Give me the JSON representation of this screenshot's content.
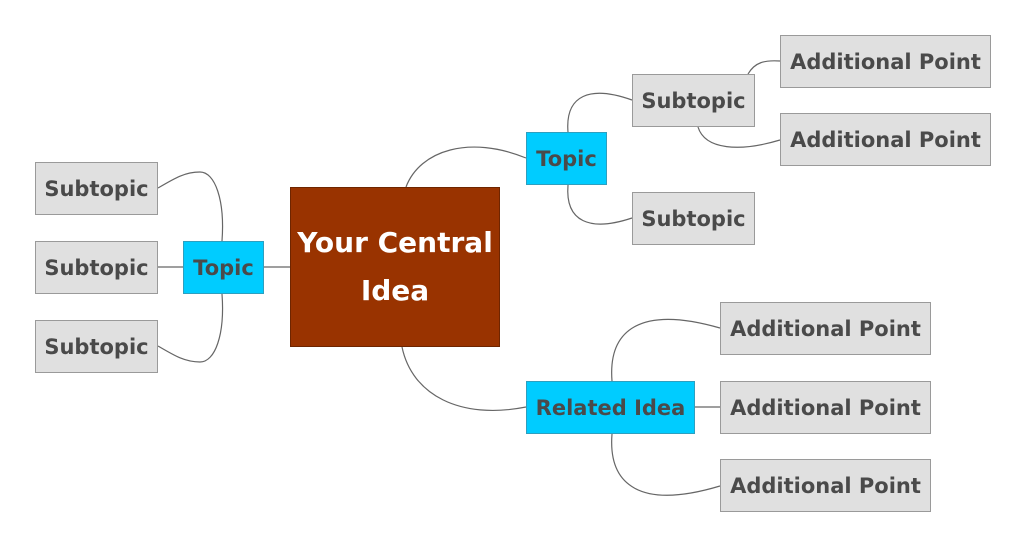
{
  "central": {
    "label": "Your Central Idea"
  },
  "left_topic": {
    "label": "Topic",
    "subtopics": [
      "Subtopic",
      "Subtopic",
      "Subtopic"
    ]
  },
  "right_topic": {
    "label": "Topic",
    "subtopics": [
      {
        "label": "Subtopic",
        "points": [
          "Additional Point",
          "Additional Point"
        ]
      },
      {
        "label": "Subtopic"
      }
    ]
  },
  "related_idea": {
    "label": "Related Idea",
    "points": [
      "Additional Point",
      "Additional Point",
      "Additional Point"
    ]
  },
  "colors": {
    "central_fill": "#993300",
    "topic_fill": "#00ccff",
    "leaf_fill": "#e0e0e0",
    "text": "#4a4a4a",
    "connector": "#666666"
  }
}
